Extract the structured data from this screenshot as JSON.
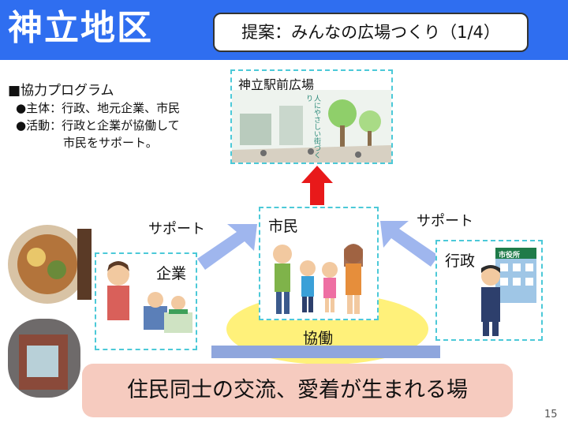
{
  "header": {
    "title": "神立地区",
    "subtitle": "提案：みんなの広場つくり（1/4）"
  },
  "program": {
    "heading": "■協力プログラム",
    "actors": "●主体：行政、地元企業、市民",
    "activity_1": "●活動：行政と企業が協働して",
    "activity_2": "市民をサポート。"
  },
  "plaza": {
    "label": "神立駅前広場",
    "sign_text": "人にやさしい街づくり"
  },
  "citizens": {
    "label": "市民"
  },
  "company": {
    "label": "企業",
    "caption": "サポート"
  },
  "government": {
    "label": "行政",
    "caption": "サポート",
    "building_sign": "市役所"
  },
  "collaboration": {
    "label": "協働"
  },
  "footer": {
    "message": "住民同士の交流、愛着が生まれる場"
  },
  "page_number": "15",
  "colors": {
    "header_bg": "#2f6ef0",
    "dash_border": "#4cc9d8",
    "arrow_red": "#e8191a",
    "arrow_blue": "#9fb6ee",
    "ellipse_yellow": "#fff17a",
    "footer_bg": "#f6cbbf"
  }
}
